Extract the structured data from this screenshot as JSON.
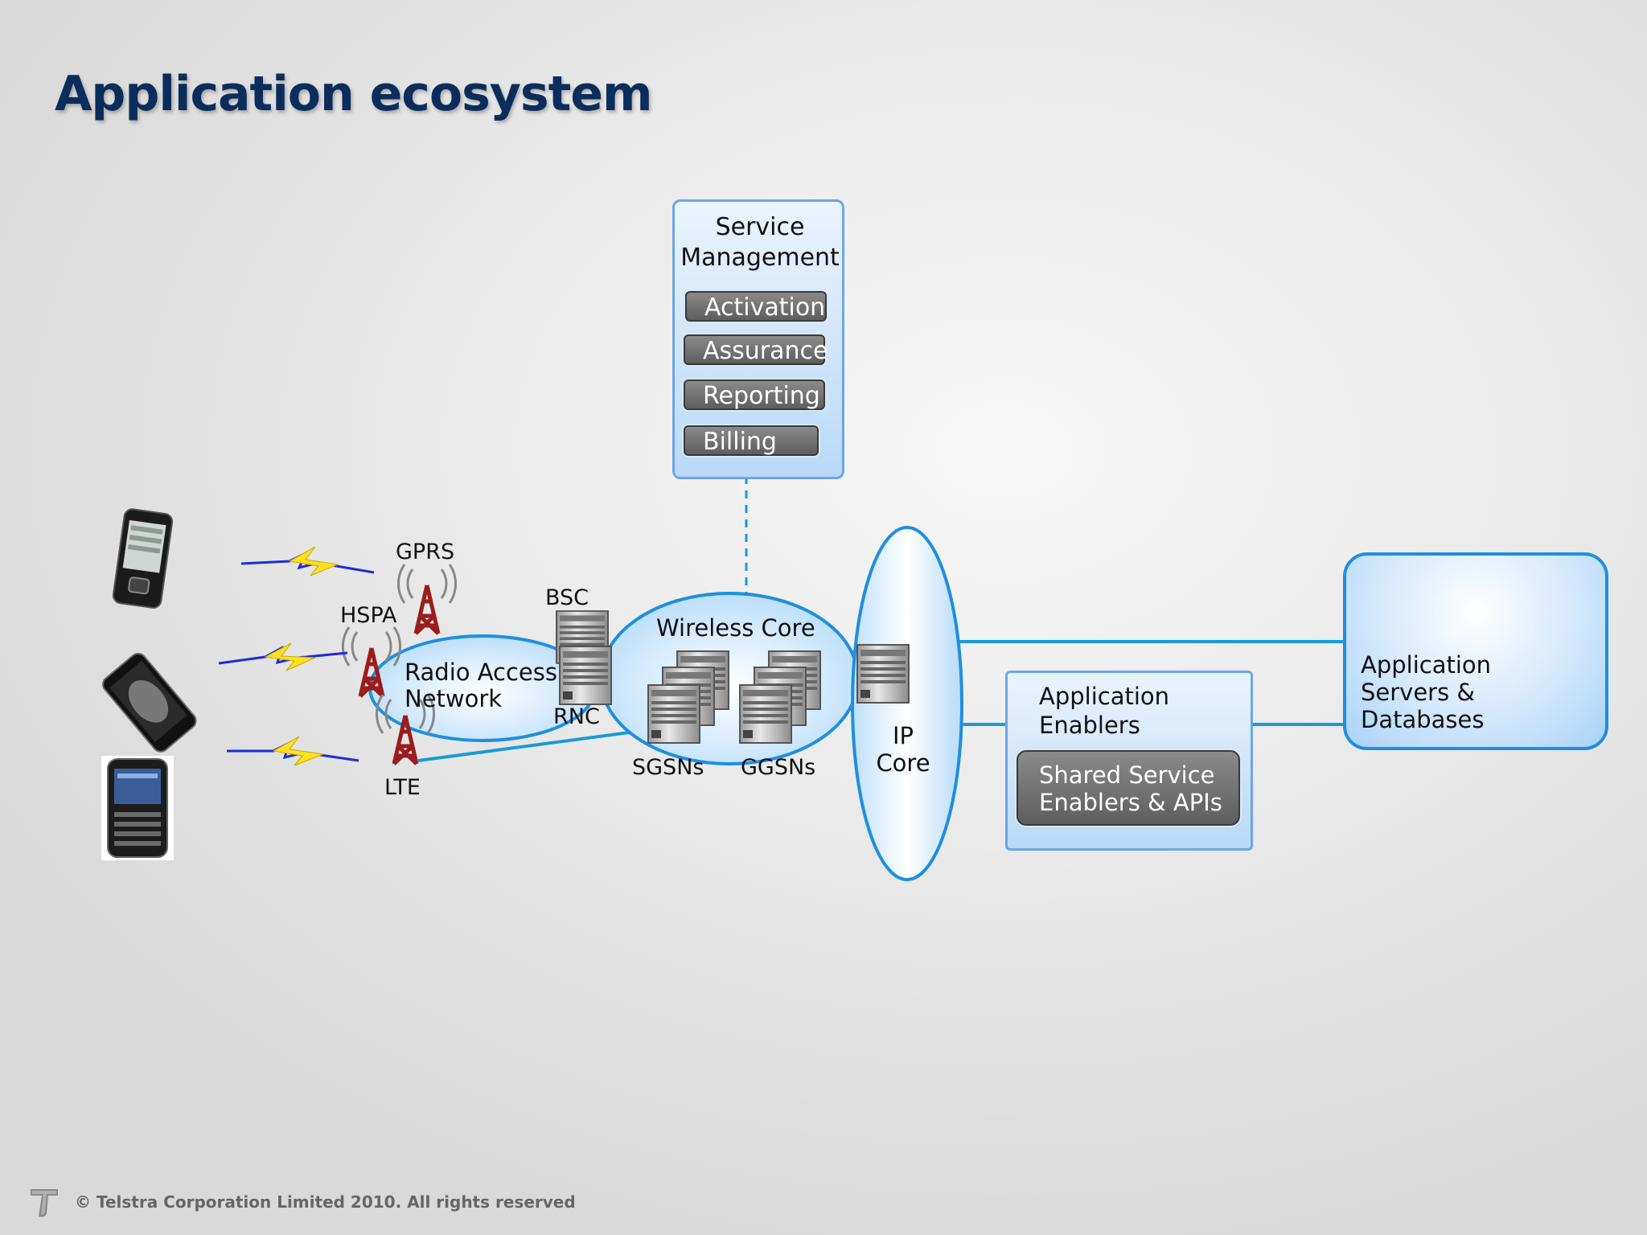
{
  "title": "Application ecosystem",
  "footer": "© Telstra Corporation Limited 2010.  All rights reserved",
  "service_management": {
    "title_line1": "Service",
    "title_line2": "Management",
    "items": [
      "Activation",
      "Assurance",
      "Reporting",
      "Billing"
    ]
  },
  "radio": {
    "gprs": "GPRS",
    "hspa": "HSPA",
    "lte": "LTE",
    "ran_line1": "Radio Access",
    "ran_line2": "Network",
    "bsc": "BSC",
    "rnc": "RNC"
  },
  "wireless_core": {
    "title": "Wireless Core",
    "sgsns": "SGSNs",
    "ggsns": "GGSNs"
  },
  "ip_core": {
    "line1": "IP",
    "line2": "Core"
  },
  "app_enablers": {
    "title_line1": "Application",
    "title_line2": "Enablers",
    "inner_line1": "Shared Service",
    "inner_line2": "Enablers & APIs"
  },
  "app_servers": {
    "line1": "Application",
    "line2": "Servers &",
    "line3": "Databases"
  },
  "colors": {
    "title": "#0b2d5c",
    "link": "#1a9ad6",
    "ellipse_border": "#1e8fe0",
    "panel_border": "#6ba6e6",
    "pill": "#6b6b6b"
  }
}
